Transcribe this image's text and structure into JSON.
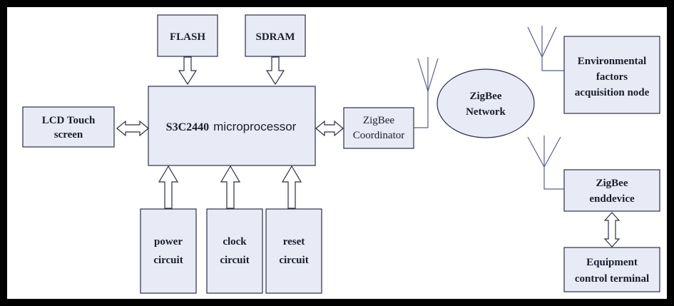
{
  "diagram": {
    "flash": "FLASH",
    "sdram": "SDRAM",
    "lcd": [
      "LCD Touch",
      "screen"
    ],
    "cpu_prefix": "S3C2440",
    "cpu_word": "microprocessor",
    "coordinator": [
      "ZigBee",
      "Coordinator"
    ],
    "network": [
      "ZigBee",
      "Network"
    ],
    "env_node": [
      "Environmental",
      "factors",
      "acquisition node"
    ],
    "enddevice": [
      "ZigBee",
      "enddevice"
    ],
    "equipment": [
      "Equipment",
      "control terminal"
    ],
    "power": [
      "power",
      "circuit"
    ],
    "clock": [
      "clock",
      "circuit"
    ],
    "reset": [
      "reset",
      "circuit"
    ]
  },
  "colors": {
    "frame": "#000000",
    "box_fill": "#e8ebf5",
    "box_stroke": "#2b2f44",
    "wire": "#5a5f8a"
  }
}
